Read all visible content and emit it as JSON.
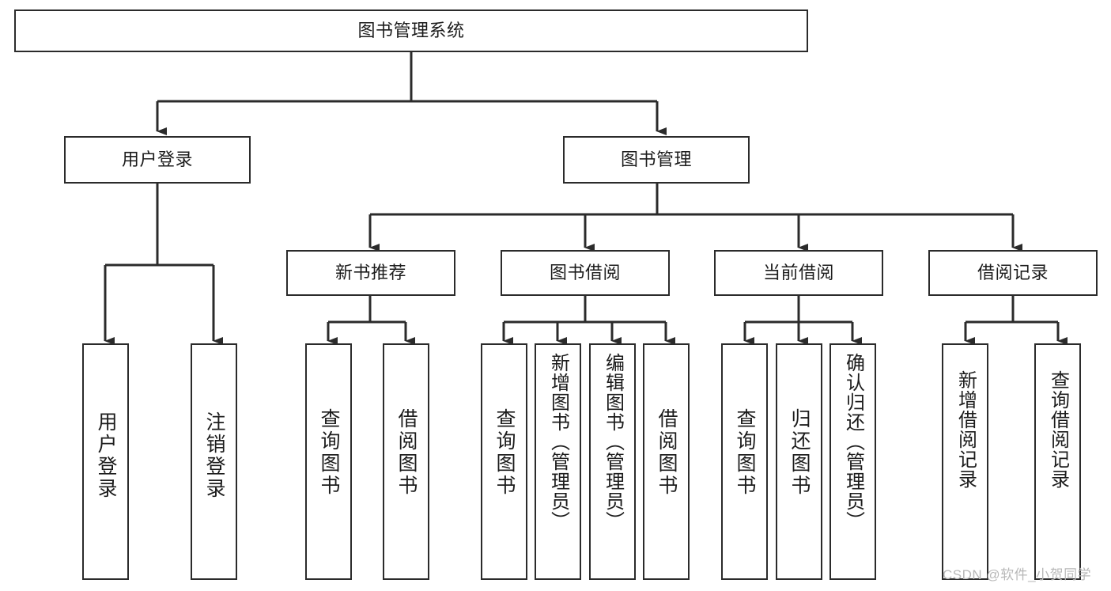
{
  "diagram": {
    "type": "tree-hierarchy-chart",
    "title": "图书管理系统",
    "orientation": "top-down",
    "line_color": "#2b2b2b",
    "box_fill": "#ffffff",
    "text_color": "#1c1c1c",
    "root": {
      "id": "root",
      "label": "图书管理系统",
      "text_direction": "horizontal"
    },
    "level1": [
      {
        "id": "user-login",
        "label": "用户登录",
        "text_direction": "horizontal"
      },
      {
        "id": "book-manage",
        "label": "图书管理",
        "text_direction": "horizontal"
      }
    ],
    "level2": [
      {
        "id": "new-book-rec",
        "label": "新书推荐",
        "parent": "book-manage",
        "text_direction": "horizontal"
      },
      {
        "id": "book-borrow",
        "label": "图书借阅",
        "parent": "book-manage",
        "text_direction": "horizontal"
      },
      {
        "id": "current-borrow",
        "label": "当前借阅",
        "parent": "book-manage",
        "text_direction": "horizontal"
      },
      {
        "id": "borrow-record",
        "label": "借阅记录",
        "parent": "book-manage",
        "text_direction": "horizontal"
      }
    ],
    "leaves": [
      {
        "id": "leaf-user-login",
        "label": "用户登录",
        "parent": "user-login",
        "text_direction": "vertical"
      },
      {
        "id": "leaf-logout-login",
        "label": "注销登录",
        "parent": "user-login",
        "text_direction": "vertical"
      },
      {
        "id": "leaf-query-book-1",
        "label": "查询图书",
        "parent": "new-book-rec",
        "text_direction": "vertical"
      },
      {
        "id": "leaf-borrow-book-1",
        "label": "借阅图书",
        "parent": "new-book-rec",
        "text_direction": "vertical"
      },
      {
        "id": "leaf-query-book-2",
        "label": "查询图书",
        "parent": "book-borrow",
        "text_direction": "vertical"
      },
      {
        "id": "leaf-add-book",
        "label": "新增图书（管理员）",
        "parent": "book-borrow",
        "text_direction": "vertical"
      },
      {
        "id": "leaf-edit-book",
        "label": "编辑图书（管理员）",
        "parent": "book-borrow",
        "text_direction": "vertical"
      },
      {
        "id": "leaf-borrow-book-2",
        "label": "借阅图书",
        "parent": "book-borrow",
        "text_direction": "vertical"
      },
      {
        "id": "leaf-query-book-3",
        "label": "查询图书",
        "parent": "current-borrow",
        "text_direction": "vertical"
      },
      {
        "id": "leaf-return-book",
        "label": "归还图书",
        "parent": "current-borrow",
        "text_direction": "vertical"
      },
      {
        "id": "leaf-confirm-return",
        "label": "确认归还（管理员）",
        "parent": "current-borrow",
        "text_direction": "vertical"
      },
      {
        "id": "leaf-add-record",
        "label": "新增借阅记录",
        "parent": "borrow-record",
        "text_direction": "vertical"
      },
      {
        "id": "leaf-query-record",
        "label": "查询借阅记录",
        "parent": "borrow-record",
        "text_direction": "vertical"
      }
    ]
  },
  "watermark": {
    "text": "CSDN @软件_小贺同学"
  }
}
